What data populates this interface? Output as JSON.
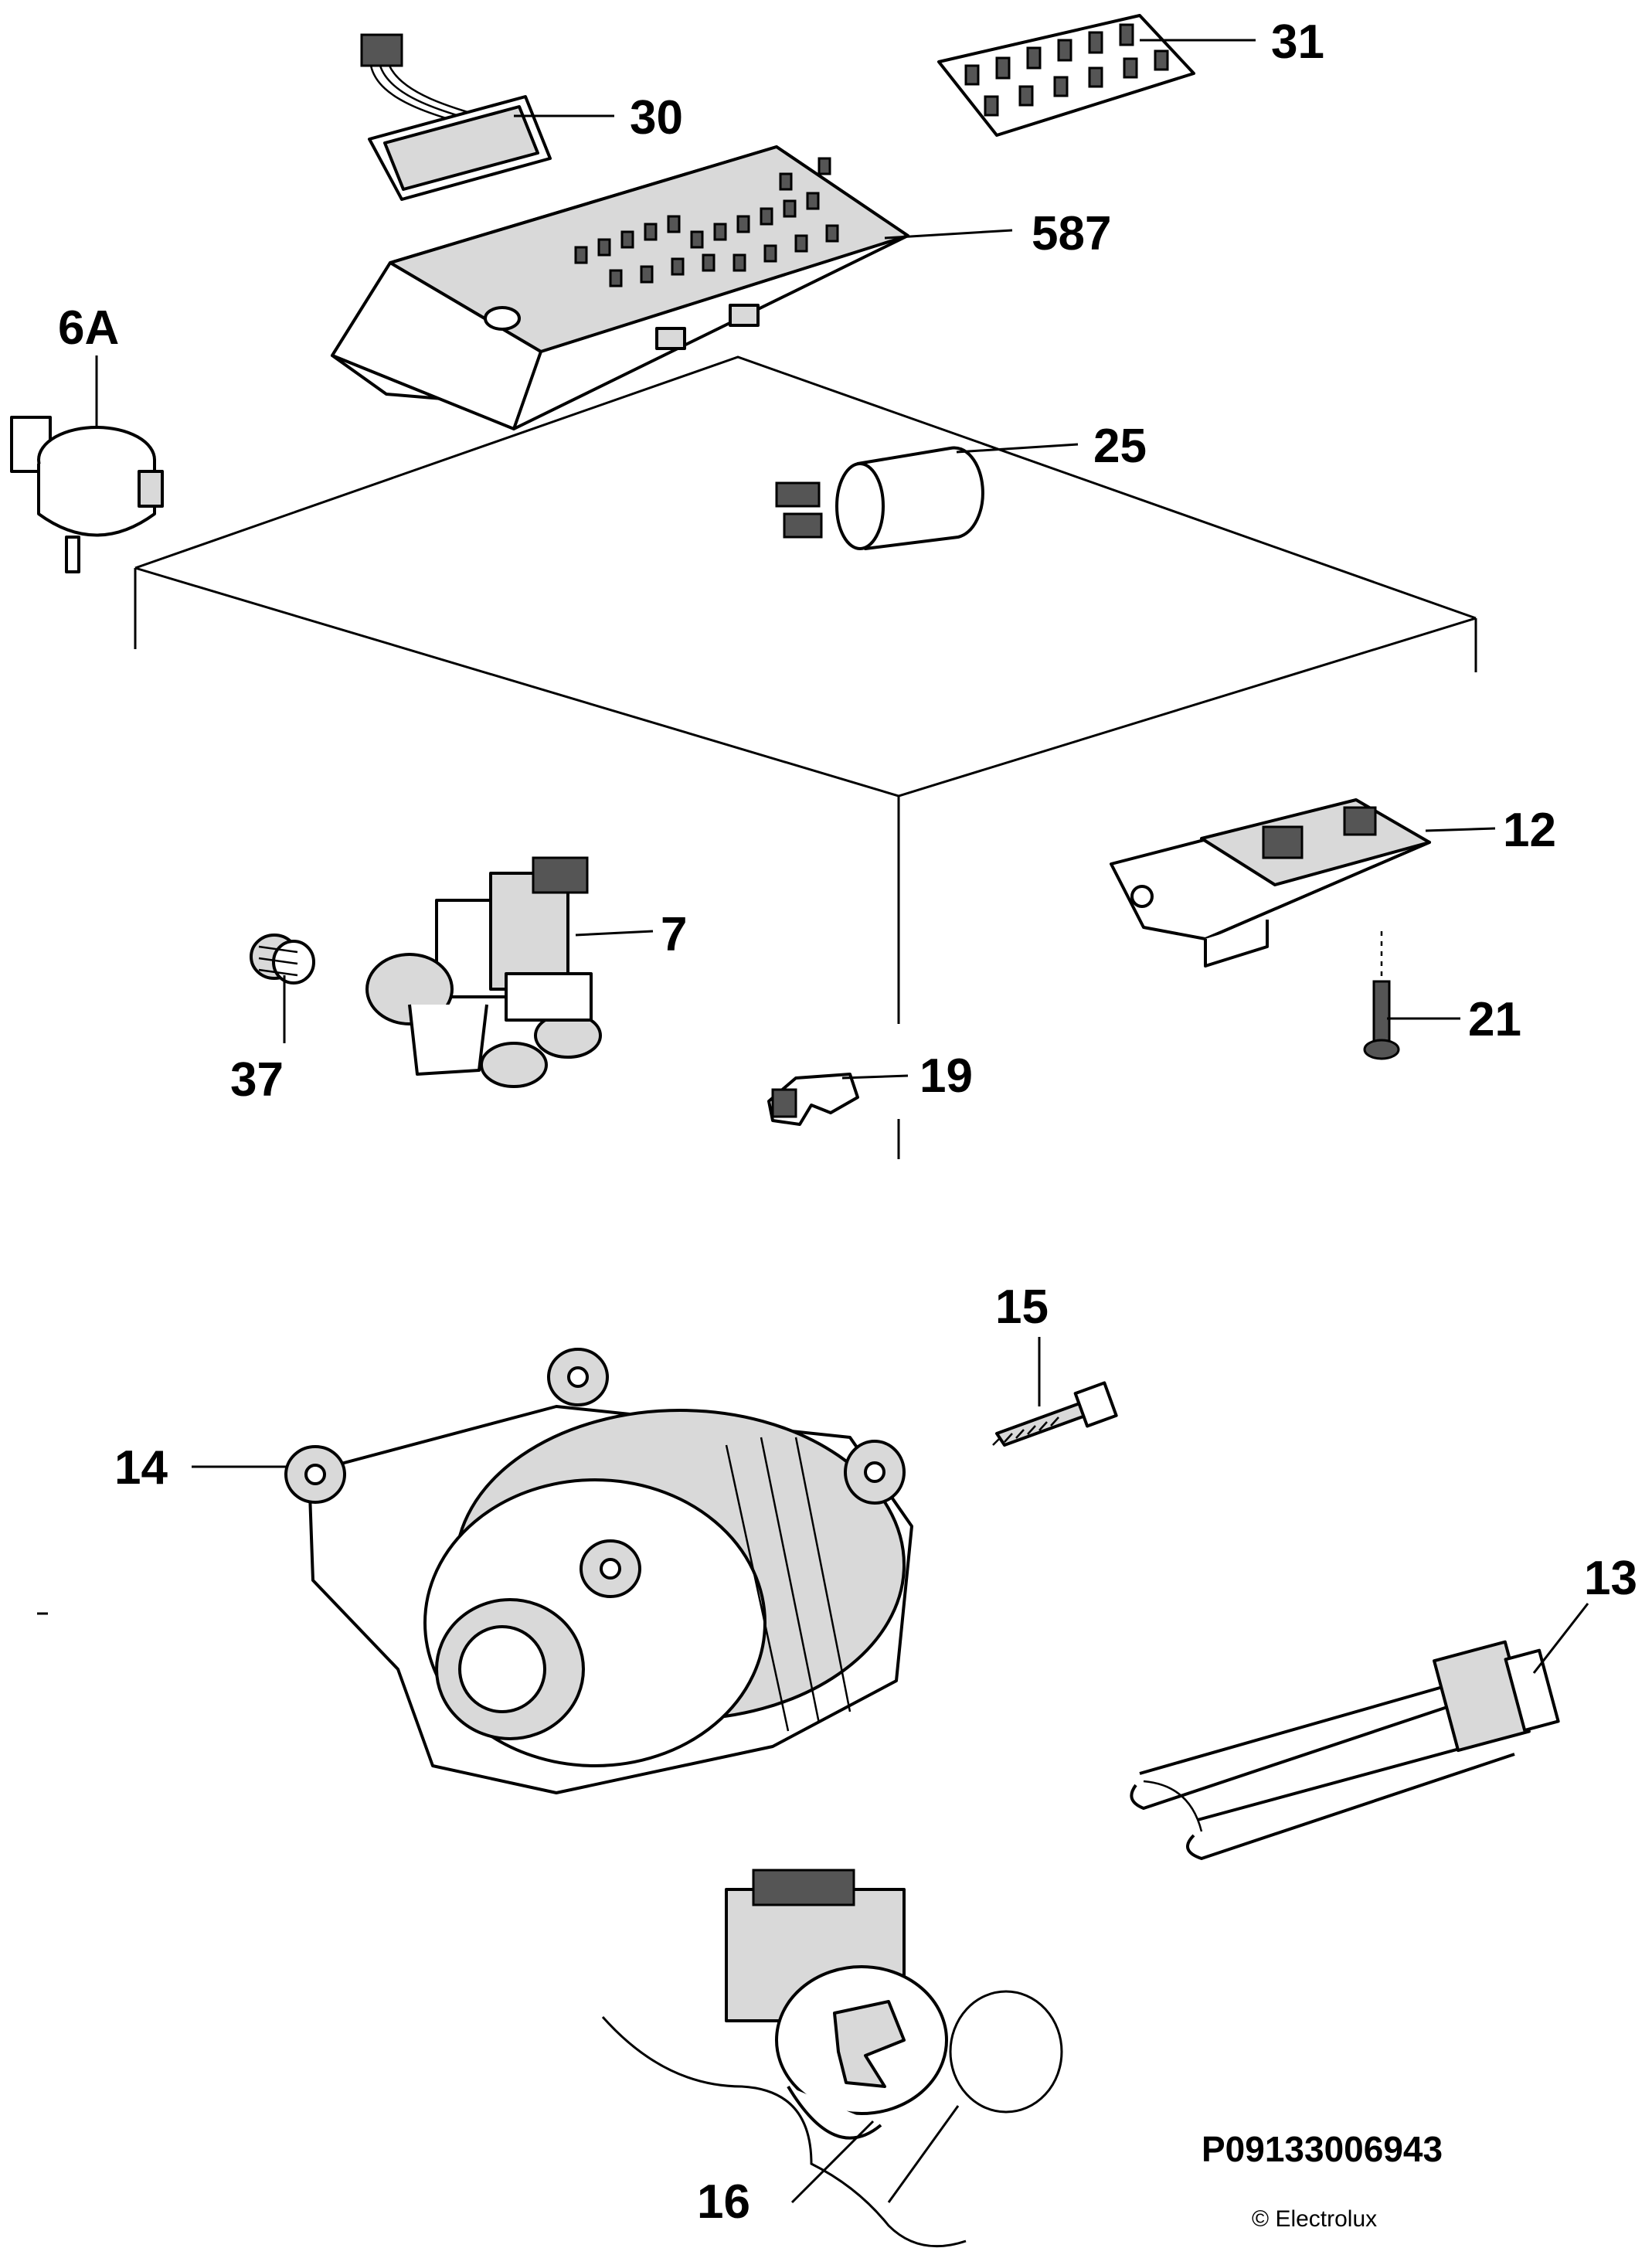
{
  "labels": {
    "c30": "30",
    "c31": "31",
    "c587": "587",
    "c6A": "6A",
    "c25": "25",
    "c12": "12",
    "c7": "7",
    "c37": "37",
    "c19": "19",
    "c21": "21",
    "c15": "15",
    "c14": "14",
    "c13": "13",
    "c16": "16"
  },
  "footer": {
    "drawing_number": "P09133006943",
    "copyright": "© Electrolux"
  }
}
